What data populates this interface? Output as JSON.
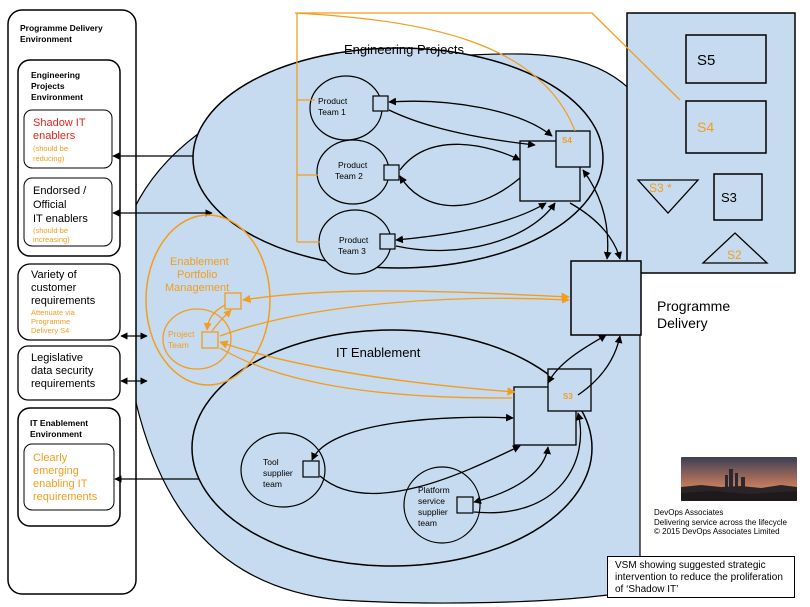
{
  "left_panel": {
    "title_line1": "Programme Delivery",
    "title_line2": "Environment",
    "eng_env": {
      "line1": "Engineering",
      "line2": "Projects",
      "line3": "Environment"
    },
    "shadow": {
      "line1": "Shadow IT",
      "line2": "enablers",
      "note1": "(should be",
      "note2": "reducing)"
    },
    "endorsed": {
      "line1": "Endorsed  /",
      "line2": "Official",
      "line3": "IT enablers",
      "note1": "(should be",
      "note2": "increasing)"
    },
    "variety": {
      "line1": "Variety of",
      "line2": "customer",
      "line3": "requirements",
      "note1": "Attenuate via",
      "note2": "Programme",
      "note3": "Delivery  S4"
    },
    "legislative": {
      "line1": "Legislative",
      "line2": "data security",
      "line3": "requirements"
    },
    "it_env": {
      "line1": "IT Enablement",
      "line2": "Environment"
    },
    "emerging": {
      "line1": "Clearly",
      "line2": "emerging",
      "line3": "enabling IT",
      "line4": "requirements"
    }
  },
  "engineering": {
    "title": "Engineering Projects",
    "team1": {
      "line1": "Product",
      "line2": "Team 1"
    },
    "team2": {
      "line1": "Product",
      "line2": "Team 2"
    },
    "team3": {
      "line1": "Product",
      "line2": "Team 3"
    },
    "s4": "S4"
  },
  "systems": {
    "s5": "S5",
    "s4": "S4",
    "s3star": "S3 *",
    "s3": "S3",
    "s2": "S2"
  },
  "programme": {
    "line1": "Programme",
    "line2": "Delivery"
  },
  "enablement_portfolio": {
    "line1": "Enablement",
    "line2": "Portfolio",
    "line3": "Management",
    "project1": "Project",
    "project2": "Team"
  },
  "it_enablement": {
    "title": "IT Enablement",
    "s3": "S3",
    "tool": {
      "line1": "Tool",
      "line2": "supplier",
      "line3": "team"
    },
    "platform": {
      "line1": "Platform",
      "line2": "service",
      "line3": "supplier",
      "line4": "team"
    }
  },
  "credit": {
    "line1": "DevOps Associates",
    "line2": "Delivering service across the lifecycle",
    "line3": "© 2015 DevOps Associates Limited"
  },
  "caption": "VSM showing suggested strategic intervention to reduce the proliferation of ‘Shadow IT’",
  "colors": {
    "fill": "#c6dbef",
    "orange": "#f29d1e",
    "red": "#e8231b"
  }
}
